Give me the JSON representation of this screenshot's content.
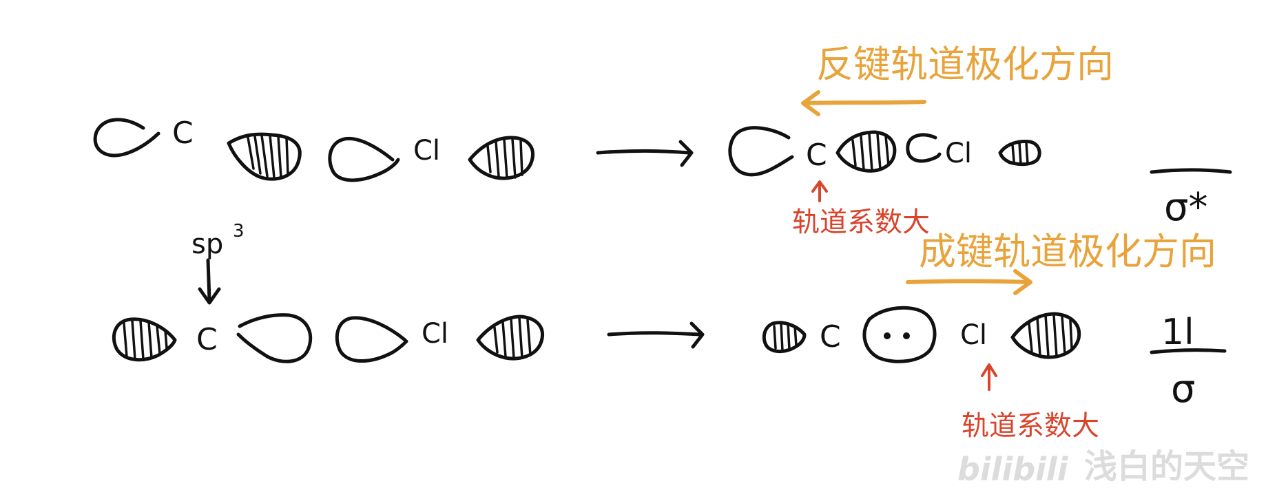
{
  "diagram": {
    "atom_carbon": "C",
    "atom_chlorine": "Cl",
    "hybridization_label": "sp",
    "hybridization_superscript": "3",
    "antibonding_shift_label": "反键轨道极化方向",
    "bonding_shift_label": "成键轨道极化方向",
    "large_coefficient_label_top": "轨道系数大",
    "large_coefficient_label_bottom": "轨道系数大",
    "sigma_star_label": "σ*",
    "sigma_label": "σ",
    "sigma_electron_pair": "1l"
  },
  "watermark": {
    "logo_text": "bilibili",
    "author": "浅白的天空"
  },
  "colors": {
    "ink": "#111111",
    "orange": "#E8A33A",
    "red": "#D9442B",
    "watermark": "#dcdcdc"
  }
}
